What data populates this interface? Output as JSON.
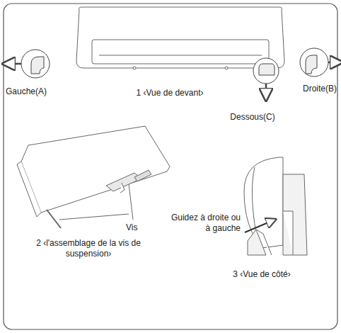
{
  "diagram": {
    "labels": [
      "Gauche(A)",
      "1 ‹Vue de devant›",
      "Droite(B)",
      "Dessous(C)",
      "Vis",
      "2 ‹l'assemblage de la vis de suspension›",
      "Guidez à droite ou à gauche",
      "3 ‹Vue de côté›"
    ]
  }
}
